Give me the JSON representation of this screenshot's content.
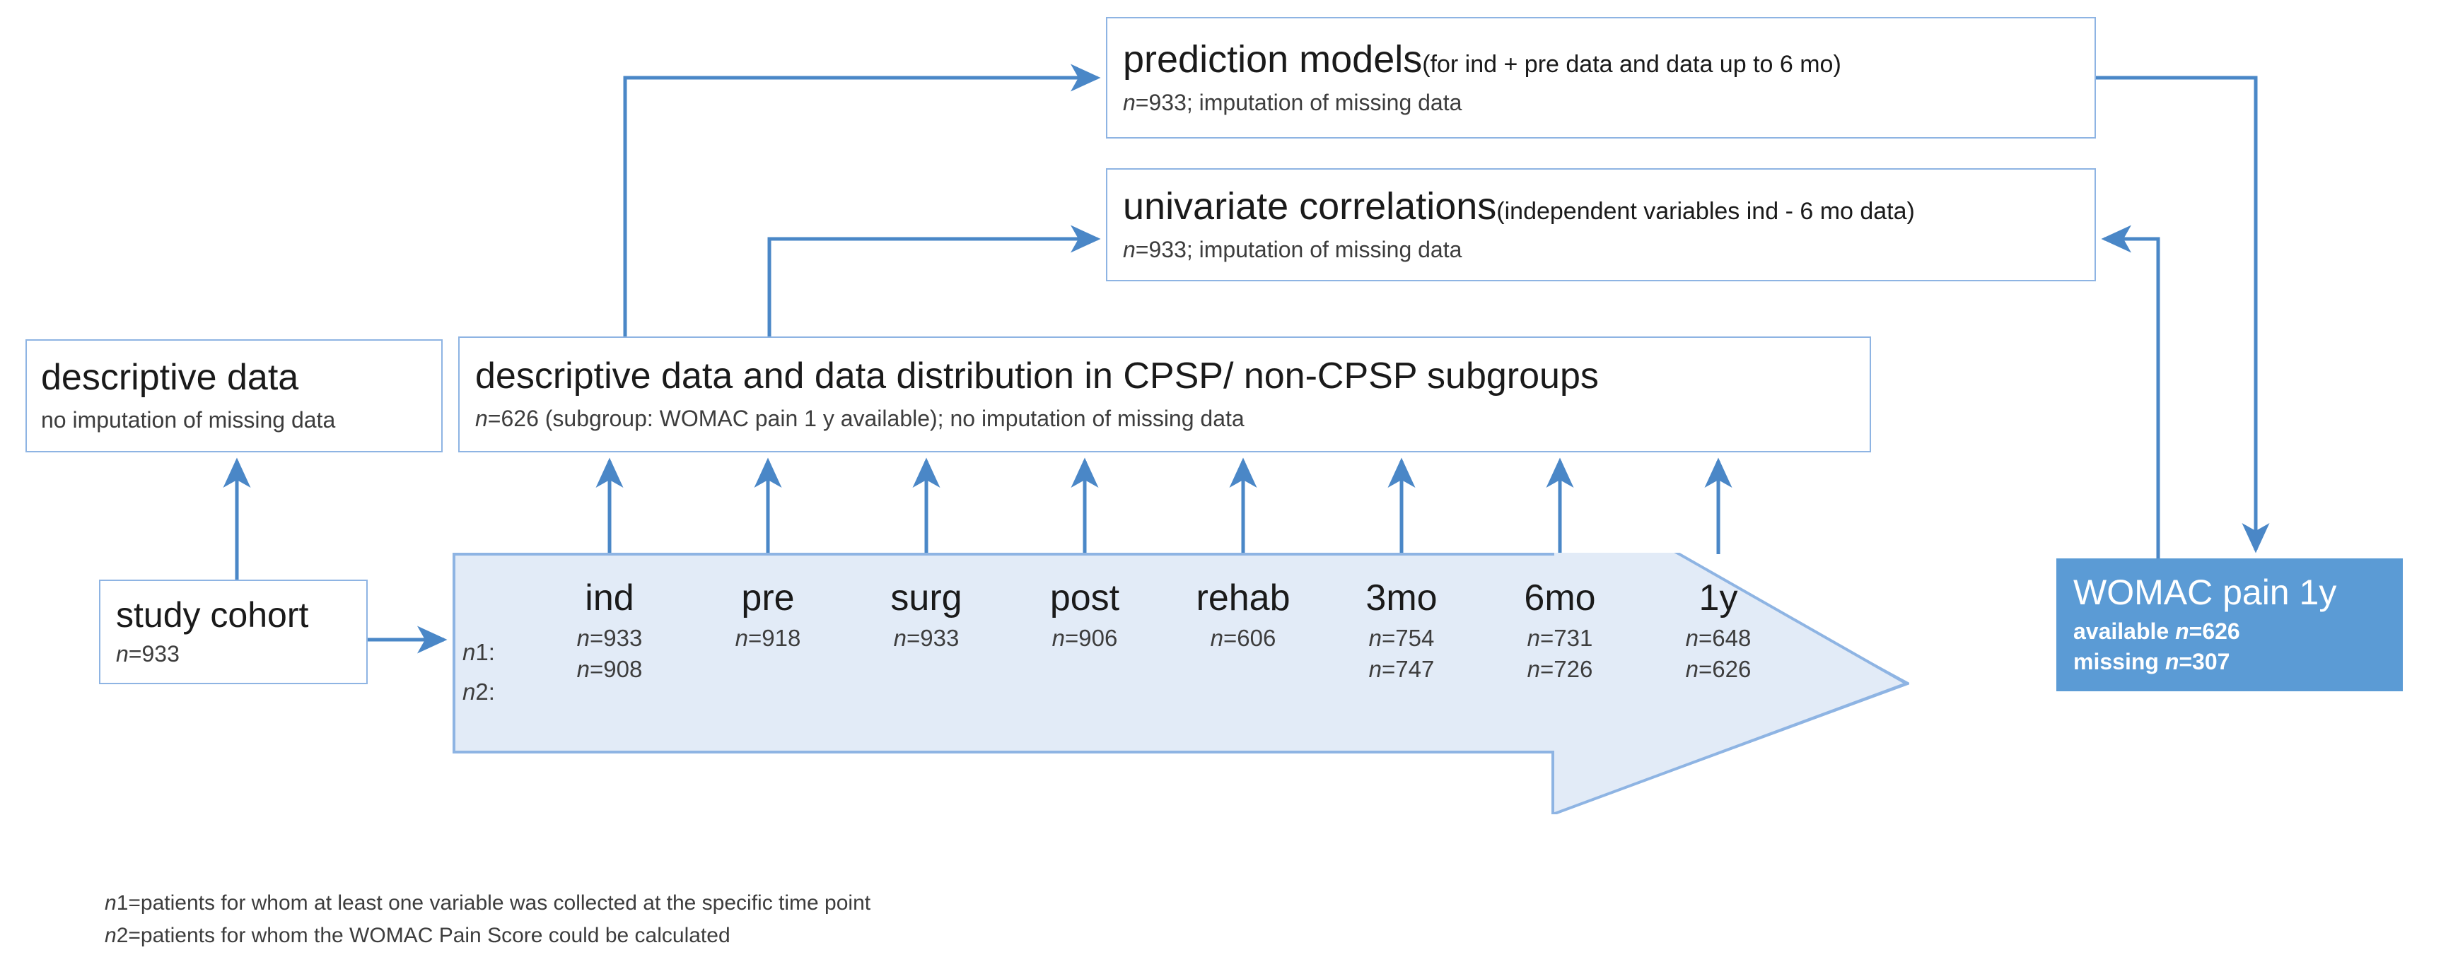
{
  "boxes": {
    "prediction": {
      "title": "prediction models",
      "paren": "(for ind + pre data and data up to 6 mo)",
      "sub_n": "n",
      "sub_rest": "=933; imputation of missing data"
    },
    "univariate": {
      "title": "univariate correlations",
      "paren": "(independent variables ind - 6 mo data)",
      "sub_n": "n",
      "sub_rest": "=933; imputation of missing data"
    },
    "descriptive_small": {
      "title": "descriptive data",
      "sub": "no imputation of missing data"
    },
    "descriptive_big": {
      "title": "descriptive data and data distribution in CPSP/ non-CPSP subgroups",
      "sub_n": "n",
      "sub_rest": "=626 (subgroup: WOMAC pain 1 y available); no imputation of missing data"
    },
    "cohort": {
      "title": "study cohort",
      "sub_n": "n",
      "sub_rest": "=933"
    },
    "womac": {
      "title": "WOMAC pain 1y",
      "available_label": "available ",
      "available_n": "n",
      "available_value": "=626",
      "missing_label": "missing ",
      "missing_n": "n",
      "missing_value": "=307"
    }
  },
  "timeline": {
    "row_labels": [
      "n1:",
      "n2:"
    ],
    "points": [
      {
        "label": "ind",
        "n1": "n=933",
        "n2": "n=908"
      },
      {
        "label": "pre",
        "n1": "n=918",
        "n2": ""
      },
      {
        "label": "surg",
        "n1": "n=933",
        "n2": ""
      },
      {
        "label": "post",
        "n1": "n=906",
        "n2": ""
      },
      {
        "label": "rehab",
        "n1": "n=606",
        "n2": ""
      },
      {
        "label": "3mo",
        "n1": "n=754",
        "n2": "n=747"
      },
      {
        "label": "6mo",
        "n1": "n=731",
        "n2": "n=726"
      },
      {
        "label": "1y",
        "n1": "n=648",
        "n2": "n=626"
      }
    ]
  },
  "footnotes": [
    "n1=patients for whom at least one variable was collected at the specific time point",
    "n2=patients for whom the WOMAC Pain Score could be calculated"
  ],
  "colors": {
    "connector": "#4A87C7",
    "box_border": "#8EB4E3",
    "womac_fill": "#5B9BD5",
    "timeline_fill": "#E2EBF7",
    "timeline_stroke": "#8EB4E3"
  }
}
